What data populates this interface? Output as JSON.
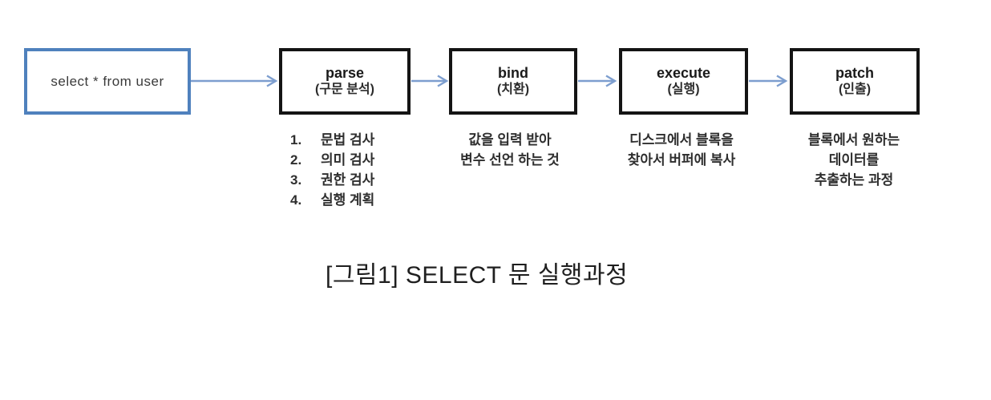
{
  "diagram": {
    "source_box": {
      "label": "select * from user"
    },
    "stages": [
      {
        "title": "parse",
        "subtitle": "(구문 분석)"
      },
      {
        "title": "bind",
        "subtitle": "(치환)"
      },
      {
        "title": "execute",
        "subtitle": "(실행)"
      },
      {
        "title": "patch",
        "subtitle": "(인출)"
      }
    ],
    "parse_steps": [
      {
        "num": "1.",
        "text": "문법 검사"
      },
      {
        "num": "2.",
        "text": "의미 검사"
      },
      {
        "num": "3.",
        "text": "권한 검사"
      },
      {
        "num": "4.",
        "text": "실행 계획"
      }
    ],
    "bind_note_lines": [
      "값을 입력 받아",
      "변수 선언 하는 것"
    ],
    "execute_note_lines": [
      "디스크에서 블록을",
      "찾아서 버퍼에 복사"
    ],
    "patch_note_lines": [
      "블록에서 원하는",
      "데이터를",
      "추출하는 과정"
    ],
    "caption": "[그림1] SELECT 문 실행과정",
    "colors": {
      "source_border": "#4f81bd",
      "stage_border": "#141414",
      "arrow": "#7d9ecf",
      "text": "#2e2e2e"
    }
  }
}
